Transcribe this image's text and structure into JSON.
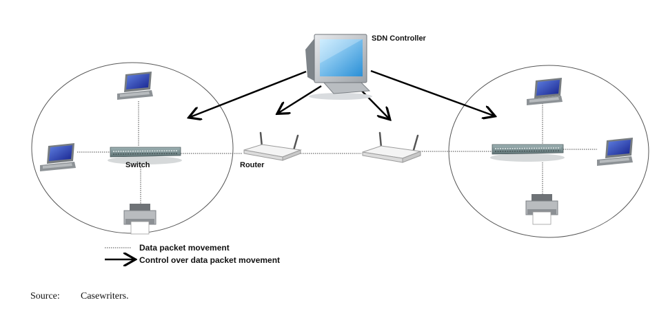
{
  "labels": {
    "controller": "SDN Controller",
    "switch": "Switch",
    "router": "Router"
  },
  "legend": {
    "data_packet": "Data packet movement",
    "control": "Control over data packet movement"
  },
  "source": {
    "label": "Source:",
    "value": "Casewriters."
  }
}
